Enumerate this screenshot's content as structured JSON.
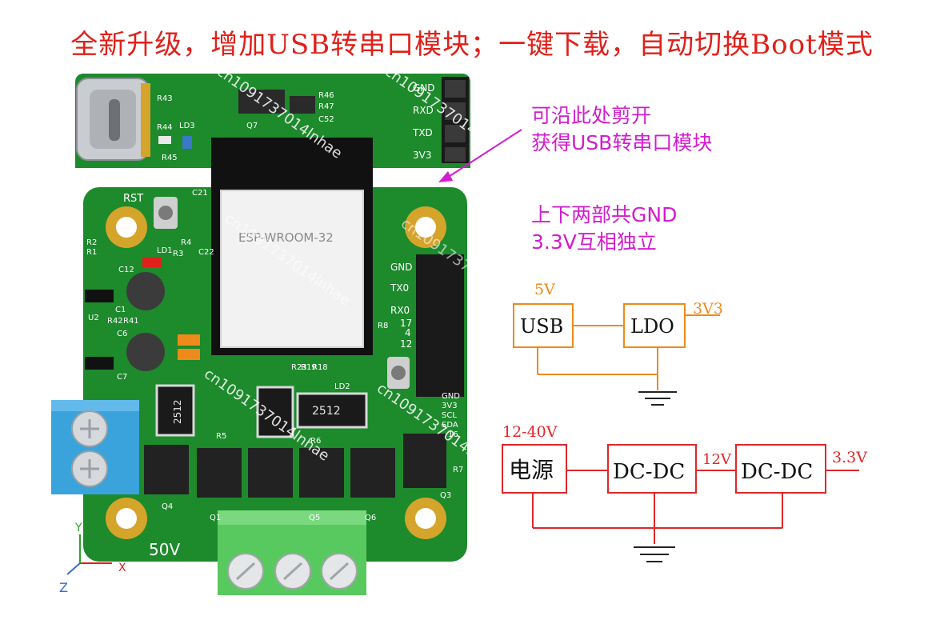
{
  "headline": "全新升级，增加USB转串口模块；一键下载，自动切换Boot模式",
  "notes": {
    "cut_line1": "可沿此处剪开",
    "cut_line2": "获得USB转串口模块",
    "gnd_line1": "上下两部共GND",
    "gnd_line2": "3.3V互相独立"
  },
  "board": {
    "module_label": "ESP-WROOM-32",
    "rst_label": "RST",
    "watermark": "cn1091737014lnhae",
    "header_top": [
      "GND",
      "RXD",
      "TXD",
      "3V3"
    ],
    "header_main": [
      "GND",
      "TX0",
      "RX0",
      "17",
      "4",
      "12"
    ],
    "header_i2c": [
      "GND",
      "3V3",
      "SCL",
      "SDA",
      "16"
    ],
    "refs": [
      "R43",
      "R44",
      "LD3",
      "R45",
      "R46",
      "R47",
      "C52",
      "Q7",
      "C21",
      "R4",
      "C22",
      "R2",
      "R1",
      "LD1",
      "R3",
      "C12",
      "C1",
      "U2",
      "R42",
      "R41",
      "C6",
      "C7",
      "R8",
      "R23",
      "R19",
      "R18",
      "LD2",
      "R5",
      "R6",
      "Q4",
      "Q1",
      "Q5",
      "Q6",
      "Q3",
      "R7"
    ],
    "resistor_text": "2512",
    "voltage_label": "50V",
    "axis_x": "X",
    "axis_y": "Y",
    "axis_z": "Z"
  },
  "usb_schematic": {
    "input_label": "5V",
    "block1": "USB",
    "block2": "LDO",
    "output_label": "3V3"
  },
  "power_schematic": {
    "input_label": "12-40V",
    "block1": "电源",
    "block2": "DC-DC",
    "mid_label": "12V",
    "block3": "DC-DC",
    "output_label": "3.3V"
  },
  "colors": {
    "red_text": "#e0201a",
    "magenta": "#d21ccf",
    "orange": "#ef8a1a",
    "pcb_green": "#1d8a2c",
    "schematic_red": "#e0262a",
    "ground": "#222222"
  }
}
